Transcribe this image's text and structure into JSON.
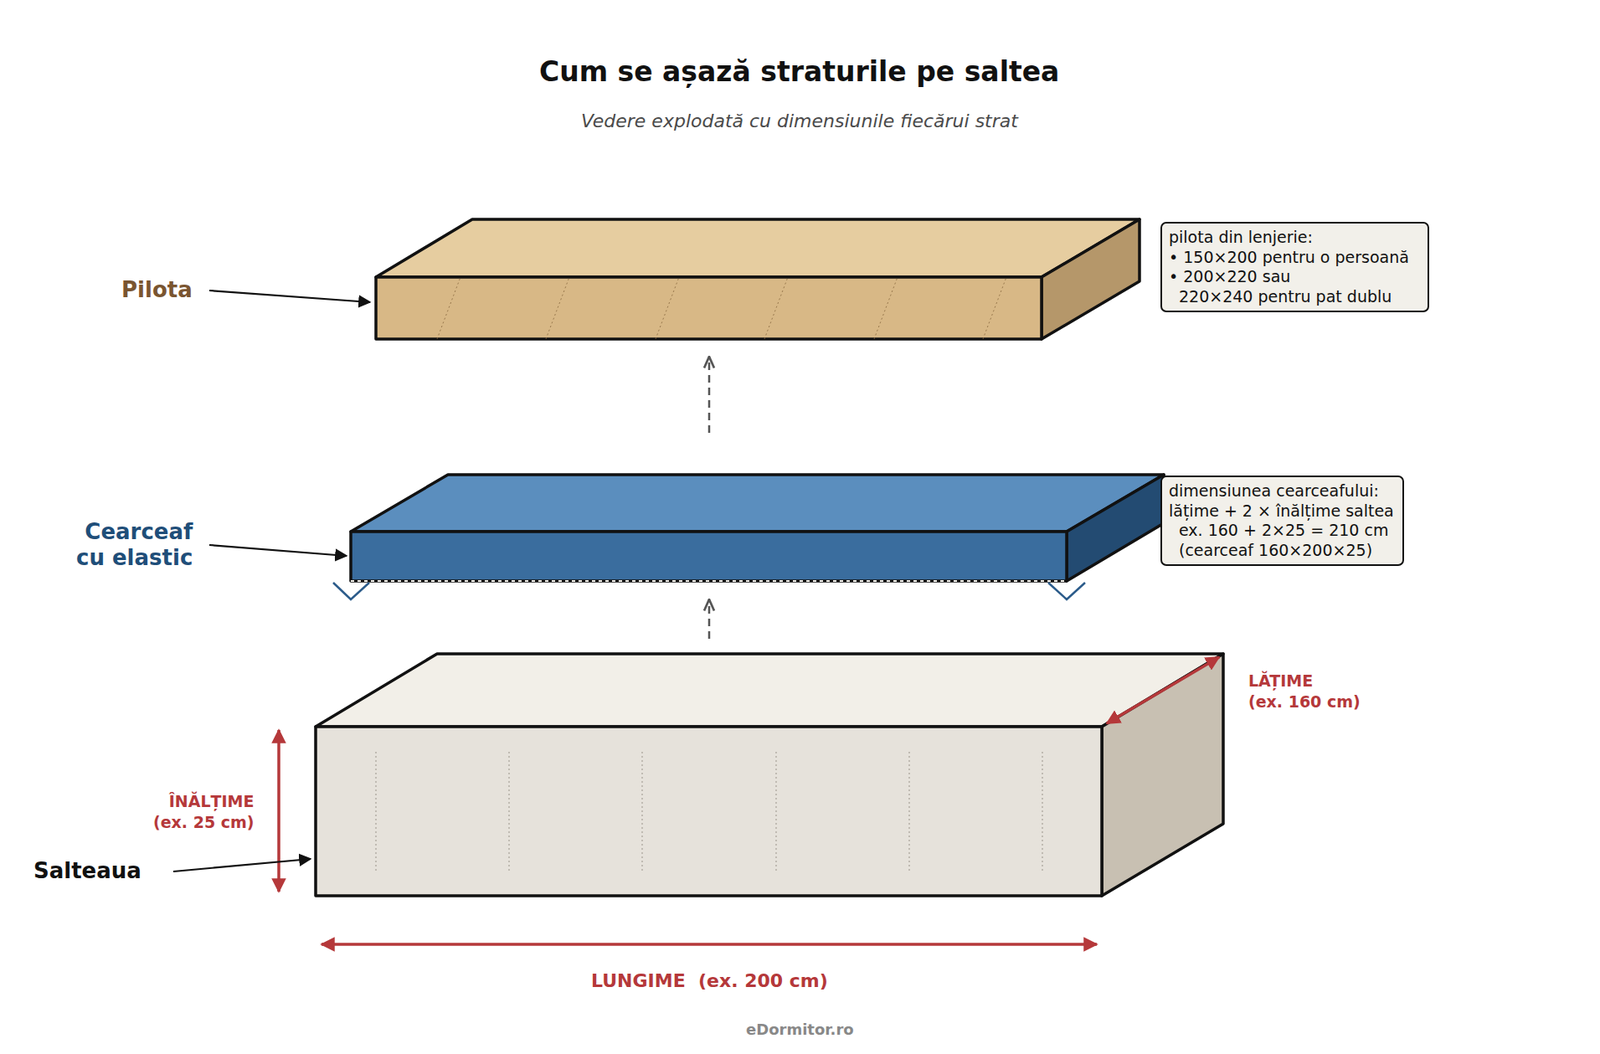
{
  "diagram": {
    "title": "Cum se așază straturile pe saltea",
    "caption": "Vedere explodată cu dimensiunile fiecărui strat",
    "nodes": [
      {
        "text": [
          "pilota din lenjerie:",
          "• 150×200 pentru o persoană",
          "• 200×220 sau 220×240 pentru pat dublu"
        ]
      },
      {
        "text": [
          "dimensiunea cearceafului:",
          "lățime + 2 × înălțime saltea",
          "ex. 160 + 2×25 = 210 cm",
          "(cearceaf 160×200×25)"
        ]
      }
    ],
    "labels": [
      "Pilota",
      "Cearceaf cu elastic",
      "Salteaua",
      "ÎNĂLȚIME (ex. 25 cm)",
      "LĂȚIME (ex. 160 cm)",
      "LUNGIME  (ex. 200 cm)",
      "eDormitor.ro"
    ]
  }
}
